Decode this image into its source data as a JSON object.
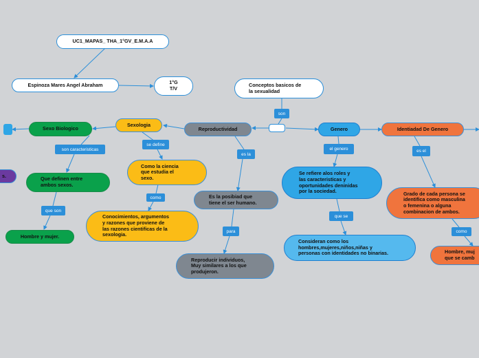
{
  "colors": {
    "background": "#d1d3d6",
    "connector": "#2c8fd9",
    "yellow": "#fbbc16",
    "green": "#0aa14b",
    "gray": "#7f8790",
    "blue": "#2fa6e6",
    "orange": "#f0743d",
    "purple": "#6b3aa0"
  },
  "nodes": {
    "title": "UC1_MAPAS_ THA_1°GV_E.M.A.A",
    "author": "Espinoza Mares Angel Abraham",
    "group": "1°G\nT/V",
    "concepts": "Conceptos basicos de\nla sexualidad",
    "sexo_biologico": "Sexo Biologico",
    "sexologia": "Sexologia",
    "reproductividad": "Reproductividad",
    "genero": "Genero",
    "identidad": "Identiadad De Genero",
    "que_definen": "Que definen entre\nambos sexos.",
    "hombre_mujer": "Hombre y mujer.",
    "como_ciencia": "Como la ciencia\nque estudia el\nsexo.",
    "conocimientos": "Conocimientos, argumentos\ny razones que proviene de\nlas razones cientificas de la\nsexologia.",
    "posibilidad": "Es la posibiad que\ntiene el ser humano.",
    "reproducir": "Reproducir individuos,\nMuy similares a los que\nprodujeron.",
    "se_refiere": "Se refiere alos roles y\nlas caracteristicas y\noportunidades deninidas\npor la sociedad.",
    "consideran": "Consideran como los\nhombres,mujeres,niños,niñas y\npersonas con identidades no binarias.",
    "grado": "Grado de cada persona se\nidentifica como masculina\no femenina o alguna\ncombinacion de ambos.",
    "hombre_cut": "Hombre, muj\nque se camb",
    "purple_cut": "s."
  },
  "labels": {
    "son": "son",
    "son_caracteristicas": "son caracteristicas",
    "se_define": "se define",
    "es_la": "es la",
    "el_genero": "el genero",
    "es_el": "es el",
    "que_son": "que son",
    "como1": "como",
    "para": "para",
    "que_se": "que se",
    "como2": "como"
  }
}
